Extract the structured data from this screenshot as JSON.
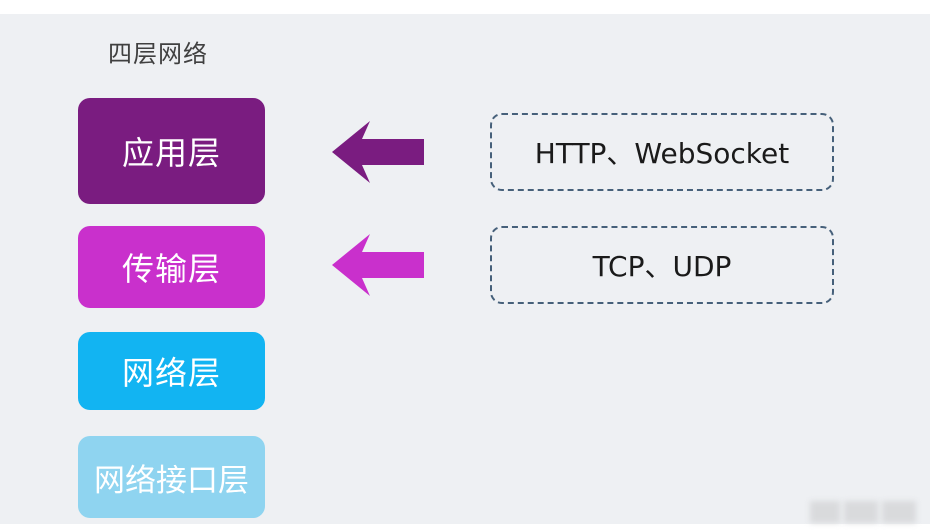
{
  "diagram": {
    "title": "四层网络",
    "layers": [
      {
        "label": "应用层",
        "color": "#7a1c80"
      },
      {
        "label": "传输层",
        "color": "#c930cc"
      },
      {
        "label": "网络层",
        "color": "#12b4f2"
      },
      {
        "label": "网络接口层",
        "color": "#8fd4f0"
      }
    ],
    "protocols": [
      {
        "label": "HTTP、WebSocket",
        "arrow_color": "#7a1c80"
      },
      {
        "label": "TCP、UDP",
        "arrow_color": "#c930cc"
      }
    ]
  }
}
